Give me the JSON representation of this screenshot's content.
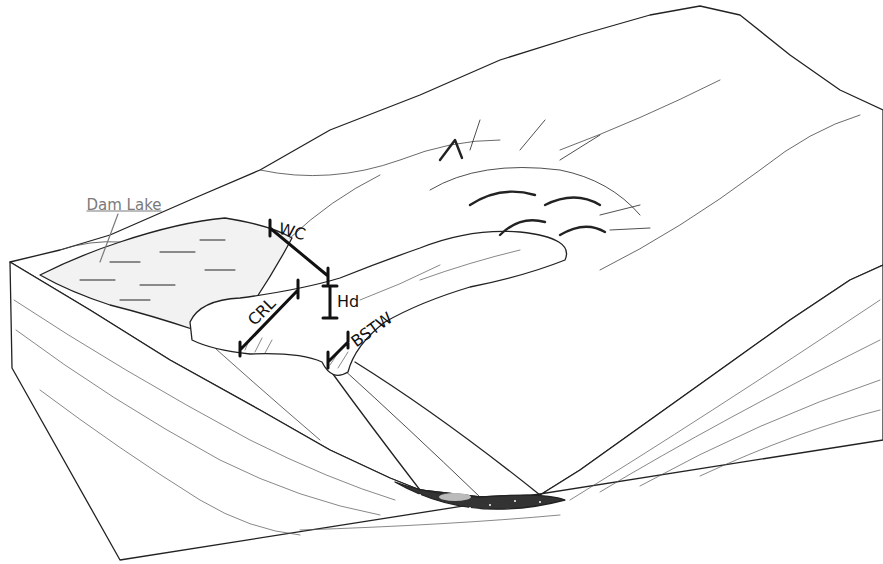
{
  "diagram": {
    "labels": [
      "Dam Lake",
      "WC",
      "CRL",
      "Hd",
      "BSTW"
    ]
  }
}
